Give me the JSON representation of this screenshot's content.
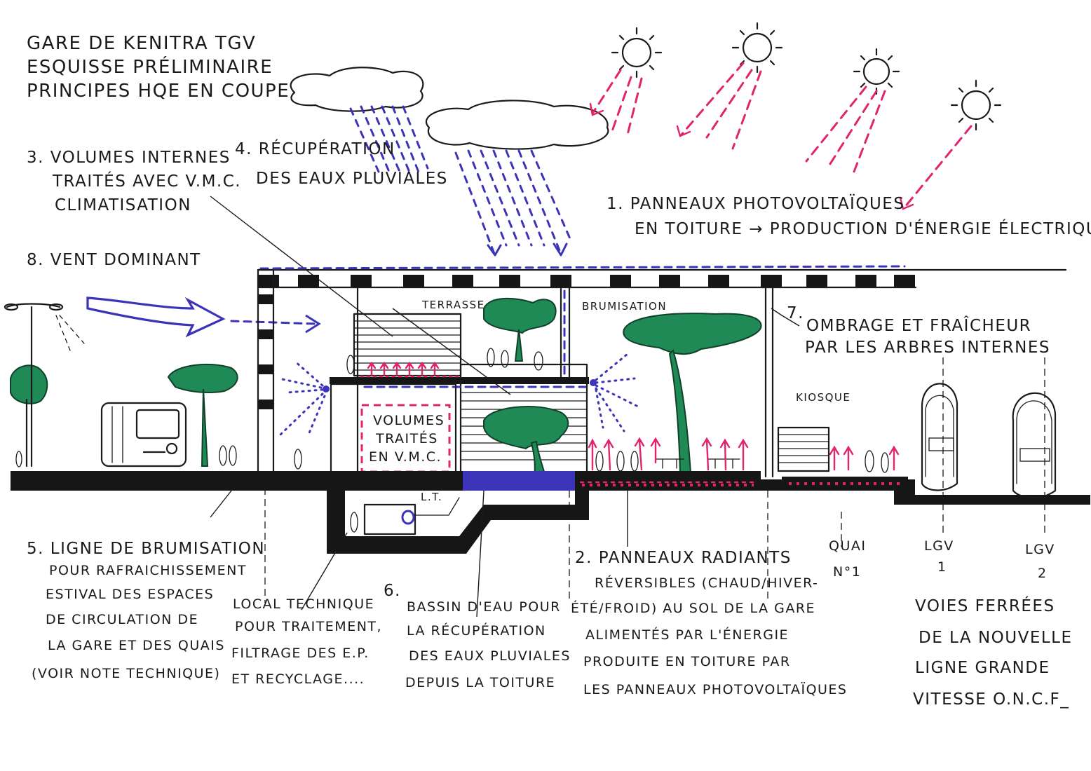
{
  "title": {
    "line1": "GARE DE KENITRA TGV",
    "line2": "ESQUISSE PRÉLIMINAIRE",
    "line3": "PRINCIPES HQE EN COUPE"
  },
  "notes": {
    "n1": {
      "line1": "1. PANNEAUX PHOTOVOLTAÏQUES",
      "line2": "EN TOITURE → PRODUCTION D'ÉNERGIE ÉLECTRIQUE"
    },
    "n2": {
      "line1": "2. PANNEAUX RADIANTS",
      "line2": "RÉVERSIBLES (CHAUD/HIVER-",
      "line3": "ÉTÉ/FROID) AU SOL DE LA GARE",
      "line4": "ALIMENTÉS PAR L'ÉNERGIE",
      "line5": "PRODUITE EN TOITURE PAR",
      "line6": "LES PANNEAUX PHOTOVOLTAÏQUES"
    },
    "n3": {
      "line1": "3. VOLUMES INTERNES",
      "line2": "TRAITÉS AVEC V.M.C.",
      "line3": "CLIMATISATION"
    },
    "n4": {
      "line1": "4. RÉCUPÉRATION",
      "line2": "DES EAUX PLUVIALES"
    },
    "n5": {
      "line1": "5. LIGNE DE BRUMISATION",
      "line2": "POUR RAFRAICHISSEMENT",
      "line3": "ESTIVAL DES ESPACES",
      "line4": "DE CIRCULATION DE",
      "line5": "LA GARE ET DES QUAIS",
      "line6": "(VOIR NOTE TECHNIQUE)"
    },
    "n6": {
      "line1": "6.",
      "line2": "BASSIN D'EAU POUR",
      "line3": "LA RÉCUPÉRATION",
      "line4": "DES EAUX PLUVIALES",
      "line5": "DEPUIS LA TOITURE"
    },
    "n7": {
      "line1": "7.",
      "line2": "OMBRAGE ET FRAÎCHEUR",
      "line3": "PAR LES ARBRES INTERNES"
    },
    "n8": {
      "line1": "8. VENT DOMINANT"
    },
    "local": {
      "line1": "LOCAL TECHNIQUE",
      "line2": "POUR TRAITEMENT,",
      "line3": "FILTRAGE DES E.P.",
      "line4": "ET RECYCLAGE...."
    },
    "rails": {
      "line1": "VOIES FERRÉES",
      "line2": "DE LA NOUVELLE",
      "line3": "LIGNE GRANDE",
      "line4": "VITESSE O.N.C.F_"
    }
  },
  "labels": {
    "terrasse": "TERRASSE",
    "brumisation": "BRUMISATION",
    "kiosque": "KIOSQUE",
    "volumes": {
      "line1": "VOLUMES",
      "line2": "TRAITÉS",
      "line3": "EN V.M.C."
    },
    "lt": "L.T.",
    "quai": {
      "line1": "QUAI",
      "line2": "N°1"
    },
    "lgv1": {
      "line1": "LGV",
      "line2": "1"
    },
    "lgv2": {
      "line1": "LGV",
      "line2": "2"
    }
  },
  "colors": {
    "ink": "#1a1a1a",
    "water_wind": "#3b34b8",
    "solar_heat": "#e0246e",
    "vegetation": "#1f8a55"
  },
  "icons": [
    "sun-icon",
    "cloud-icon",
    "tree-icon",
    "street-lamp-icon",
    "bus-icon",
    "train-icon",
    "person-icon"
  ]
}
